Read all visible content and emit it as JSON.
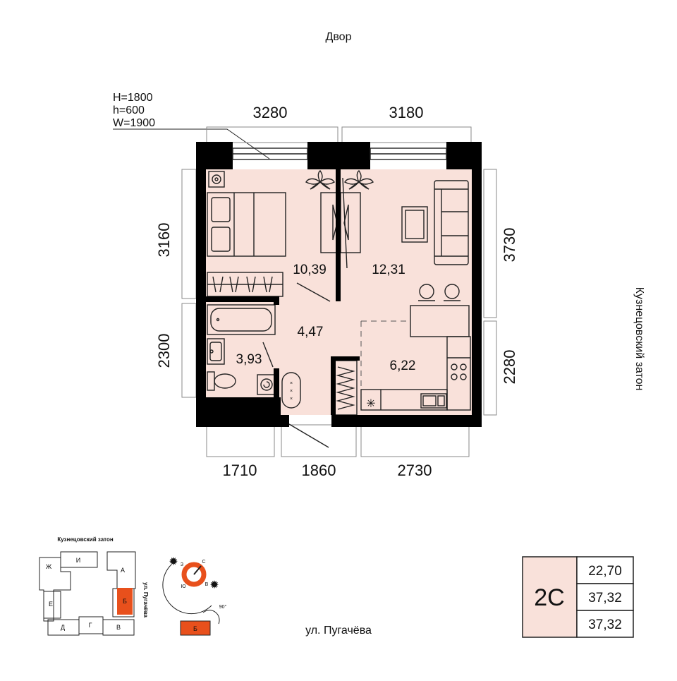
{
  "orientation": {
    "top_label": "Двор",
    "right_label": "Кузнецовский затон",
    "bottom_label": "ул. Пугачёва"
  },
  "window_spec": {
    "line1": "H=1800",
    "line2": "h=600",
    "line3": "W=1900"
  },
  "dimensions": {
    "top": [
      "3280",
      "3180"
    ],
    "left": [
      "3160",
      "2300"
    ],
    "right": [
      "3730",
      "2280"
    ],
    "bottom": [
      "1710",
      "1860",
      "2730"
    ]
  },
  "rooms": [
    {
      "id": "bedroom",
      "area": "10,39"
    },
    {
      "id": "living",
      "area": "12,31"
    },
    {
      "id": "hall",
      "area": "4,47"
    },
    {
      "id": "bathroom",
      "area": "3,93"
    },
    {
      "id": "kitchen",
      "area": "6,22"
    }
  ],
  "site_plan": {
    "title": "Кузнецовский затон",
    "street": "ул. Пугачёва",
    "blocks": [
      "Ж",
      "И",
      "А",
      "Е",
      "Б",
      "Д",
      "Г",
      "В"
    ],
    "highlighted": "Б"
  },
  "compass": {
    "n": "С",
    "s": "Ю",
    "w": "З",
    "e": "В",
    "angle": "90°",
    "badge": "Б"
  },
  "summary": {
    "type": "2С",
    "values": [
      "22,70",
      "37,32",
      "37,32"
    ]
  },
  "colors": {
    "room_fill": "#f9e1da",
    "accent": "#e8501c",
    "wall": "#000000",
    "badge_fill": "#f9e1da"
  }
}
